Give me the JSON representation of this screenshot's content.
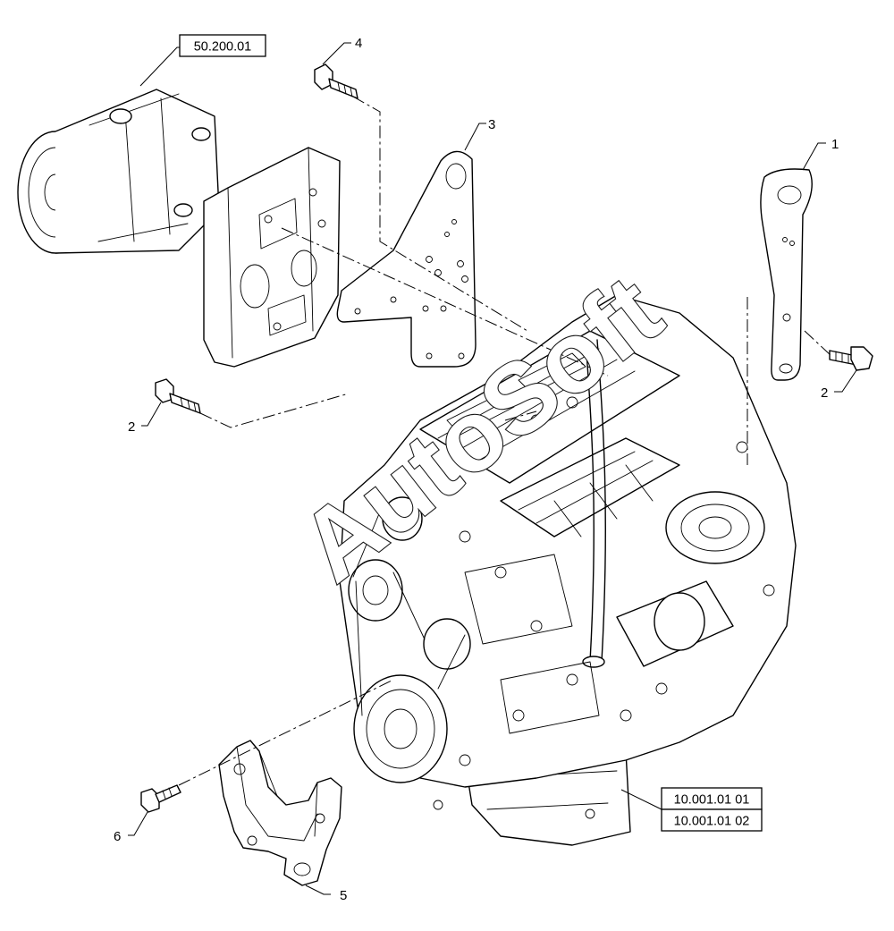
{
  "diagram": {
    "callouts": {
      "c1": "1",
      "c2a": "2",
      "c2b": "2",
      "c3": "3",
      "c4": "4",
      "c5": "5",
      "c6": "6"
    },
    "references": {
      "compressor": "50.200.01",
      "engine_a": "10.001.01 01",
      "engine_b": "10.001.01 02"
    },
    "watermark": "AutoSoft"
  }
}
